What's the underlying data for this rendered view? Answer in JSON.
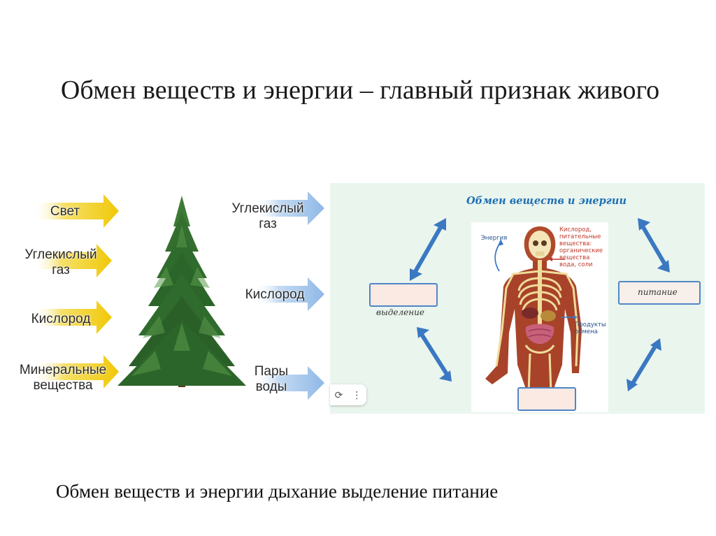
{
  "slide": {
    "title": "Обмен веществ и энергии – главный признак живого",
    "caption": "Обмен веществ и энергии дыхание выделение питание"
  },
  "tree_diagram": {
    "inputs": [
      {
        "label_line1": "Свет",
        "label_line2": ""
      },
      {
        "label_line1": "Углекислый",
        "label_line2": "газ"
      },
      {
        "label_line1": "Кислород",
        "label_line2": ""
      },
      {
        "label_line1": "Минеральные",
        "label_line2": "вещества"
      }
    ],
    "outputs": [
      {
        "label_line1": "Углекислый",
        "label_line2": "газ"
      },
      {
        "label_line1": "Кислород",
        "label_line2": ""
      },
      {
        "label_line1": "Пары",
        "label_line2": "воды"
      }
    ],
    "colors": {
      "input_arrow": "#f3d21a",
      "output_arrow": "#9ec3ea",
      "tree": "#2f6b2c"
    }
  },
  "metabolism_scheme": {
    "title": "Обмен веществ и энергии",
    "energy_label": "Энергия",
    "inputs_note": [
      "Кислород,",
      "питательные",
      "вещества:",
      "органические",
      "вещества",
      "вода, соли"
    ],
    "products_note": [
      "Продукты",
      "обмена"
    ],
    "excretion_label": "выделение",
    "nutrition_label": "питание",
    "colors": {
      "title": "#1f6fb3",
      "arrow": "#3a78c2",
      "note_text": "#c0392b",
      "panel_bg": "#eaf5ee"
    }
  }
}
